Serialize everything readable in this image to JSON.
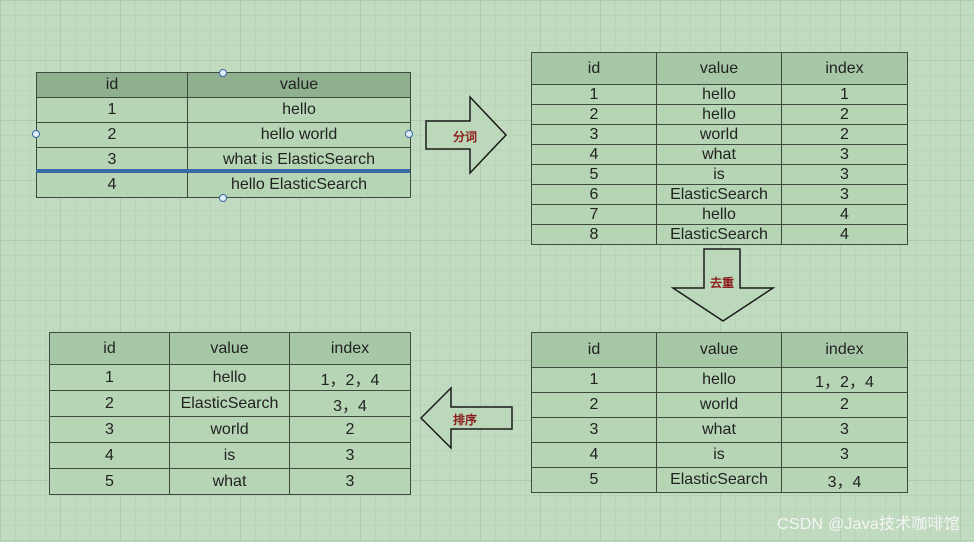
{
  "source_table": {
    "headers": [
      "id",
      "value"
    ],
    "rows": [
      [
        "1",
        "hello"
      ],
      [
        "2",
        "hello world"
      ],
      [
        "3",
        "what is ElasticSearch"
      ],
      [
        "4",
        "hello ElasticSearch"
      ]
    ]
  },
  "tokens_table": {
    "headers": [
      "id",
      "value",
      "index"
    ],
    "rows": [
      [
        "1",
        "hello",
        "1"
      ],
      [
        "2",
        "hello",
        "2"
      ],
      [
        "3",
        "world",
        "2"
      ],
      [
        "4",
        "what",
        "3"
      ],
      [
        "5",
        "is",
        "3"
      ],
      [
        "6",
        "ElasticSearch",
        "3"
      ],
      [
        "7",
        "hello",
        "4"
      ],
      [
        "8",
        "ElasticSearch",
        "4"
      ]
    ]
  },
  "dedup_table": {
    "headers": [
      "id",
      "value",
      "index"
    ],
    "rows": [
      [
        "1",
        "hello",
        "1，2，4"
      ],
      [
        "2",
        "world",
        "2"
      ],
      [
        "3",
        "what",
        "3"
      ],
      [
        "4",
        "is",
        "3"
      ],
      [
        "5",
        "ElasticSearch",
        "3，4"
      ]
    ]
  },
  "sorted_table": {
    "headers": [
      "id",
      "value",
      "index"
    ],
    "rows": [
      [
        "1",
        "hello",
        "1，2，4"
      ],
      [
        "2",
        "ElasticSearch",
        "3，4"
      ],
      [
        "3",
        "world",
        "2"
      ],
      [
        "4",
        "is",
        "3"
      ],
      [
        "5",
        "what",
        "3"
      ]
    ]
  },
  "arrows": {
    "tokenize": "分词",
    "dedup": "去重",
    "sort": "排序"
  },
  "colors": {
    "background": "#c1dbc0",
    "table_fill": "#b6d5b5",
    "selection": "#3a6aa6",
    "arrow_label": "#8b1c1c"
  },
  "watermark": "CSDN @Java技术咖啡馆"
}
